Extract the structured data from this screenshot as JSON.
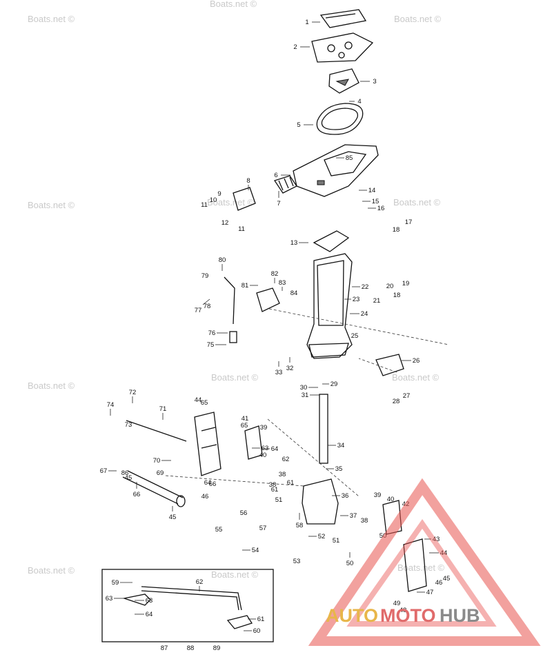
{
  "watermark": {
    "text": "Boats.net ©"
  },
  "logo": {
    "part1": "AUTO",
    "part2": "MOTO",
    "part3": "HUB",
    "colors": {
      "auto": "#e8b64a",
      "moto": "#e06b6b",
      "hub": "#8a8a8a",
      "triangle": "#e8534f"
    }
  },
  "callouts": [
    "1",
    "2",
    "3",
    "4",
    "5",
    "6",
    "7",
    "8",
    "9",
    "10",
    "11",
    "11",
    "12",
    "13",
    "14",
    "15",
    "16",
    "17",
    "18",
    "18",
    "19",
    "20",
    "21",
    "22",
    "23",
    "24",
    "25",
    "26",
    "27",
    "28",
    "29",
    "30",
    "31",
    "32",
    "33",
    "34",
    "35",
    "36",
    "37",
    "38",
    "38",
    "38",
    "39",
    "39",
    "40",
    "40",
    "41",
    "42",
    "43",
    "44",
    "44",
    "45",
    "45",
    "45",
    "46",
    "46",
    "47",
    "48",
    "49",
    "50",
    "50",
    "51",
    "51",
    "52",
    "53",
    "54",
    "55",
    "56",
    "57",
    "58",
    "59",
    "60",
    "61",
    "61",
    "61",
    "62",
    "62",
    "63",
    "63",
    "63",
    "64",
    "64",
    "64",
    "65",
    "65",
    "66",
    "66",
    "67",
    "69",
    "70",
    "71",
    "72",
    "73",
    "74",
    "75",
    "76",
    "77",
    "78",
    "79",
    "80",
    "81",
    "82",
    "83",
    "84",
    "85",
    "86",
    "87",
    "88",
    "89"
  ]
}
